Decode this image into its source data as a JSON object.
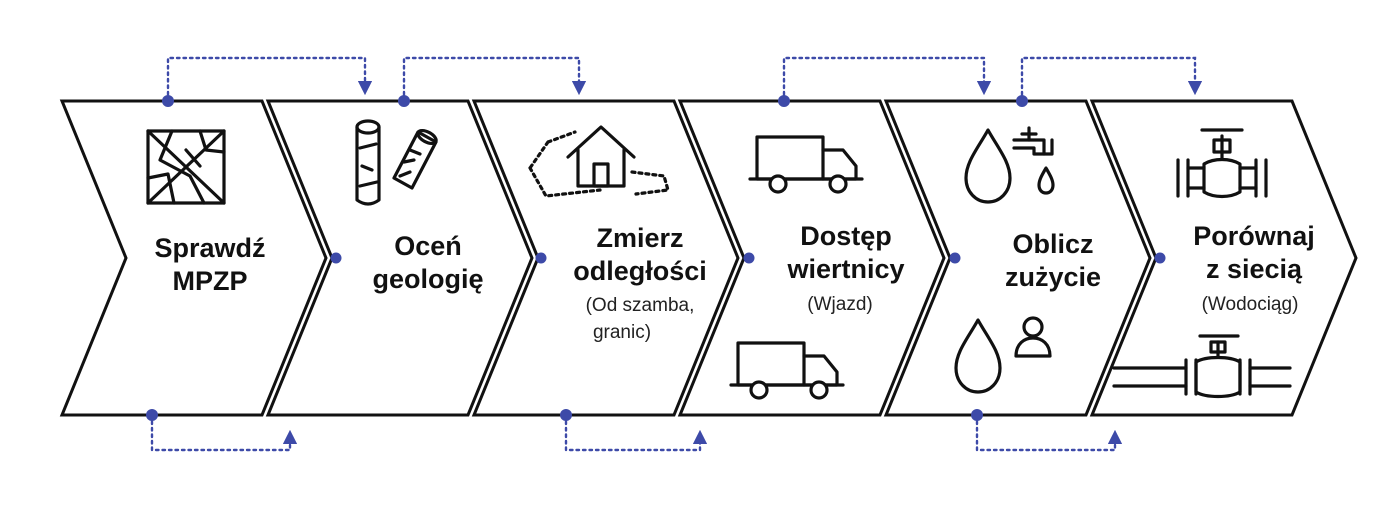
{
  "accent_color": "#3d4aa8",
  "line_color": "#111111",
  "steps": [
    {
      "title_lines": [
        "Sprawdź",
        "MPZP"
      ],
      "subtitle_lines": [],
      "icons": [
        "zoning-map-icon"
      ]
    },
    {
      "title_lines": [
        "Oceń",
        "geologię"
      ],
      "subtitle_lines": [],
      "icons": [
        "soil-core-samples-icon"
      ]
    },
    {
      "title_lines": [
        "Zmierz",
        "odległości"
      ],
      "subtitle_lines": [
        "(Od szamba,",
        "granic)"
      ],
      "icons": [
        "house-plot-icon"
      ]
    },
    {
      "title_lines": [
        "Dostęp",
        "wiertnicy"
      ],
      "subtitle_lines": [
        "(Wjazd)"
      ],
      "icons": [
        "truck-icon",
        "truck-icon"
      ]
    },
    {
      "title_lines": [
        "Oblicz",
        "zużycie"
      ],
      "subtitle_lines": [],
      "icons": [
        "water-tap-icon",
        "water-person-icon"
      ]
    },
    {
      "title_lines": [
        "Porównaj",
        "z siecią"
      ],
      "subtitle_lines": [
        "(Wodociąg)"
      ],
      "icons": [
        "pipe-valve-icon",
        "pipe-valve-icon"
      ]
    }
  ]
}
